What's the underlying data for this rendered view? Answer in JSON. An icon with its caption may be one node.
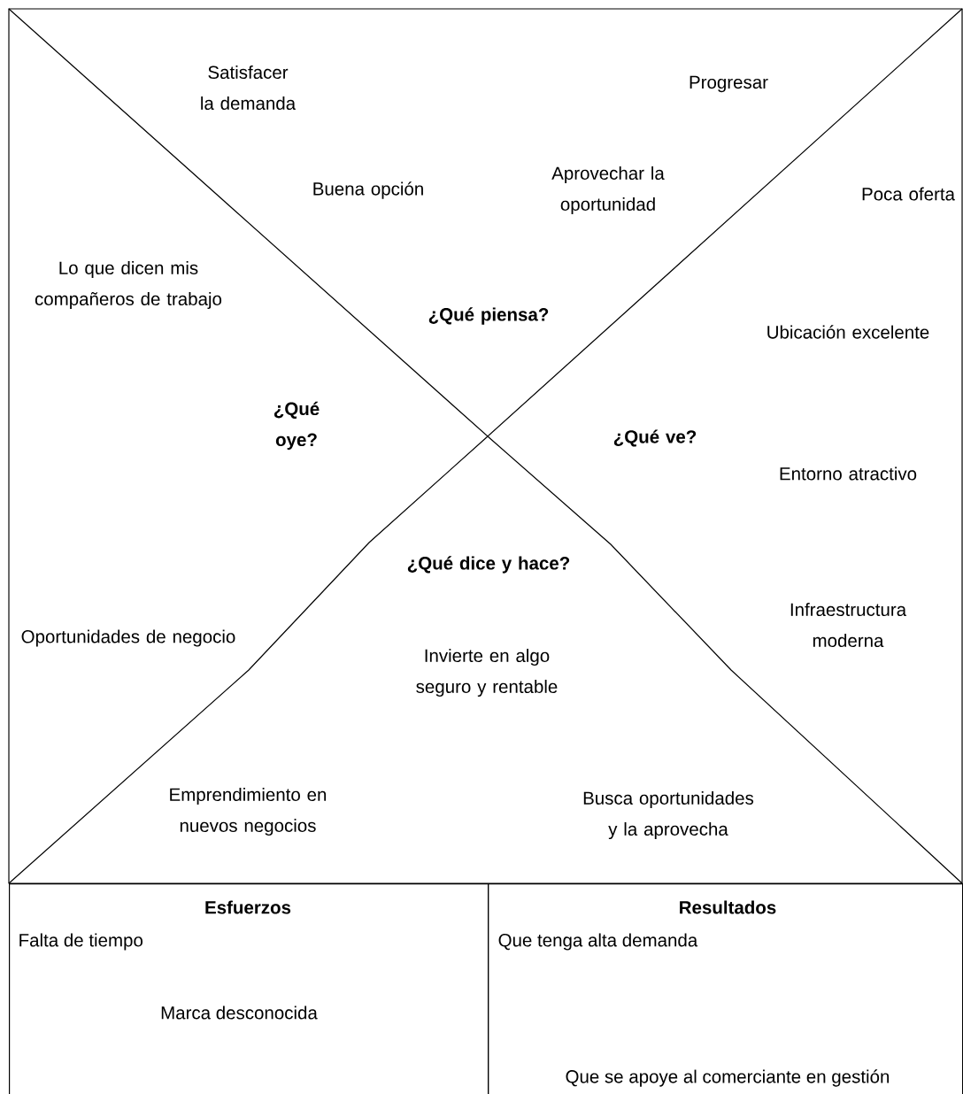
{
  "diagram": {
    "nodes": [
      {
        "text": [
          "Esfuerzos",
          "Falta de tiempo",
          "Marca desconocida"
        ]
      },
      {
        "text": [
          "Resultados",
          "Que tenga alta demanda",
          "Que se apoye al comerciante en gestión"
        ]
      }
    ],
    "edges": [],
    "labels": [
      "Satisfacer la demanda",
      "Progresar",
      "Buena opción",
      "Aprovechar la oportunidad",
      "Poca oferta",
      "Lo que dicen mis compañeros de trabajo",
      "¿Qué piensa?",
      "Ubicación excelente",
      "¿Qué oye?",
      "¿Qué ve?",
      "Entorno atractivo",
      "¿Qué dice y hace?",
      "Oportunidades de negocio",
      "Infraestructura moderna",
      "Invierte en algo seguro y rentable",
      "Emprendimiento en nuevos negocios",
      "Busca oportunidades y la aprovecha"
    ]
  }
}
